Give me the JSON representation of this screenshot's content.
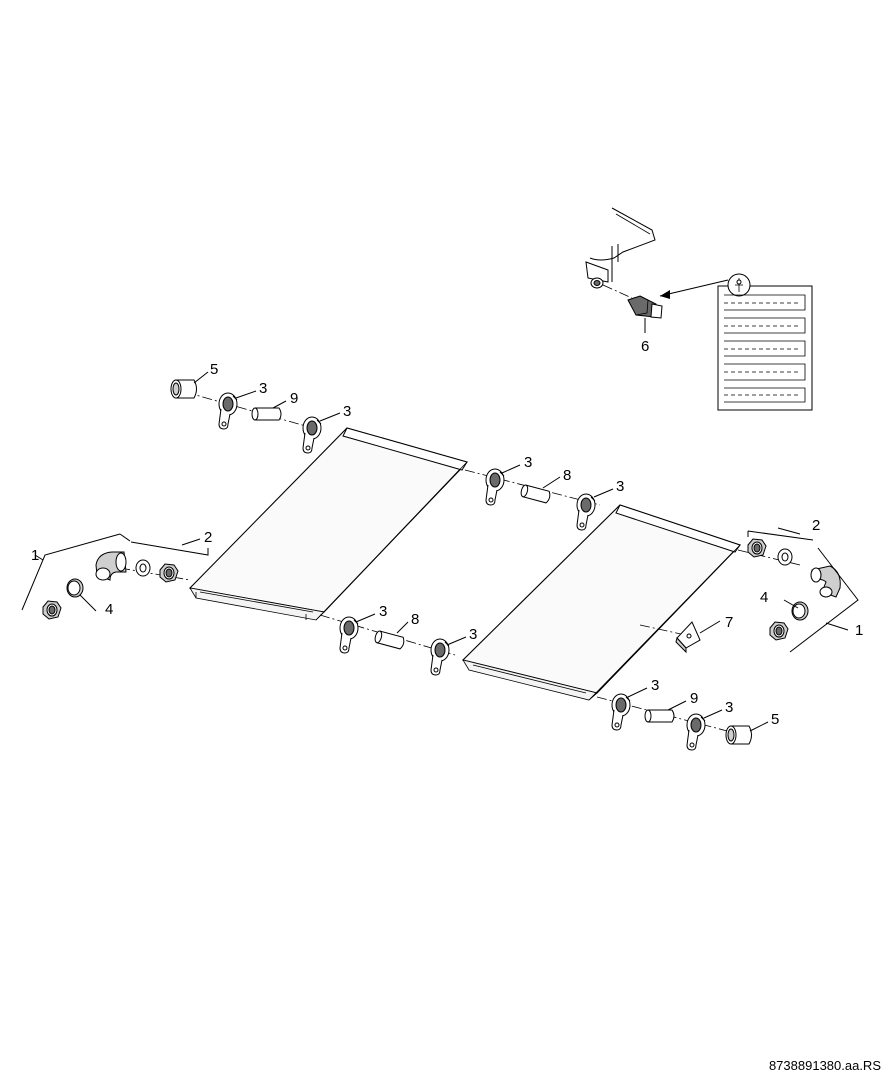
{
  "callouts": {
    "c1_left": "1",
    "c1_right": "1",
    "c2_left": "2",
    "c2_right": "2",
    "c3_a": "3",
    "c3_b": "3",
    "c3_c": "3",
    "c3_d": "3",
    "c3_e": "3",
    "c3_f": "3",
    "c3_g": "3",
    "c3_h": "3",
    "c4_left": "4",
    "c4_right": "4",
    "c5_top": "5",
    "c5_bottom": "5",
    "c6": "6",
    "c7": "7",
    "c8_top": "8",
    "c8_bottom": "8",
    "c9_top": "9",
    "c9_bottom": "9"
  },
  "document_id": "8738891380.aa.RS"
}
